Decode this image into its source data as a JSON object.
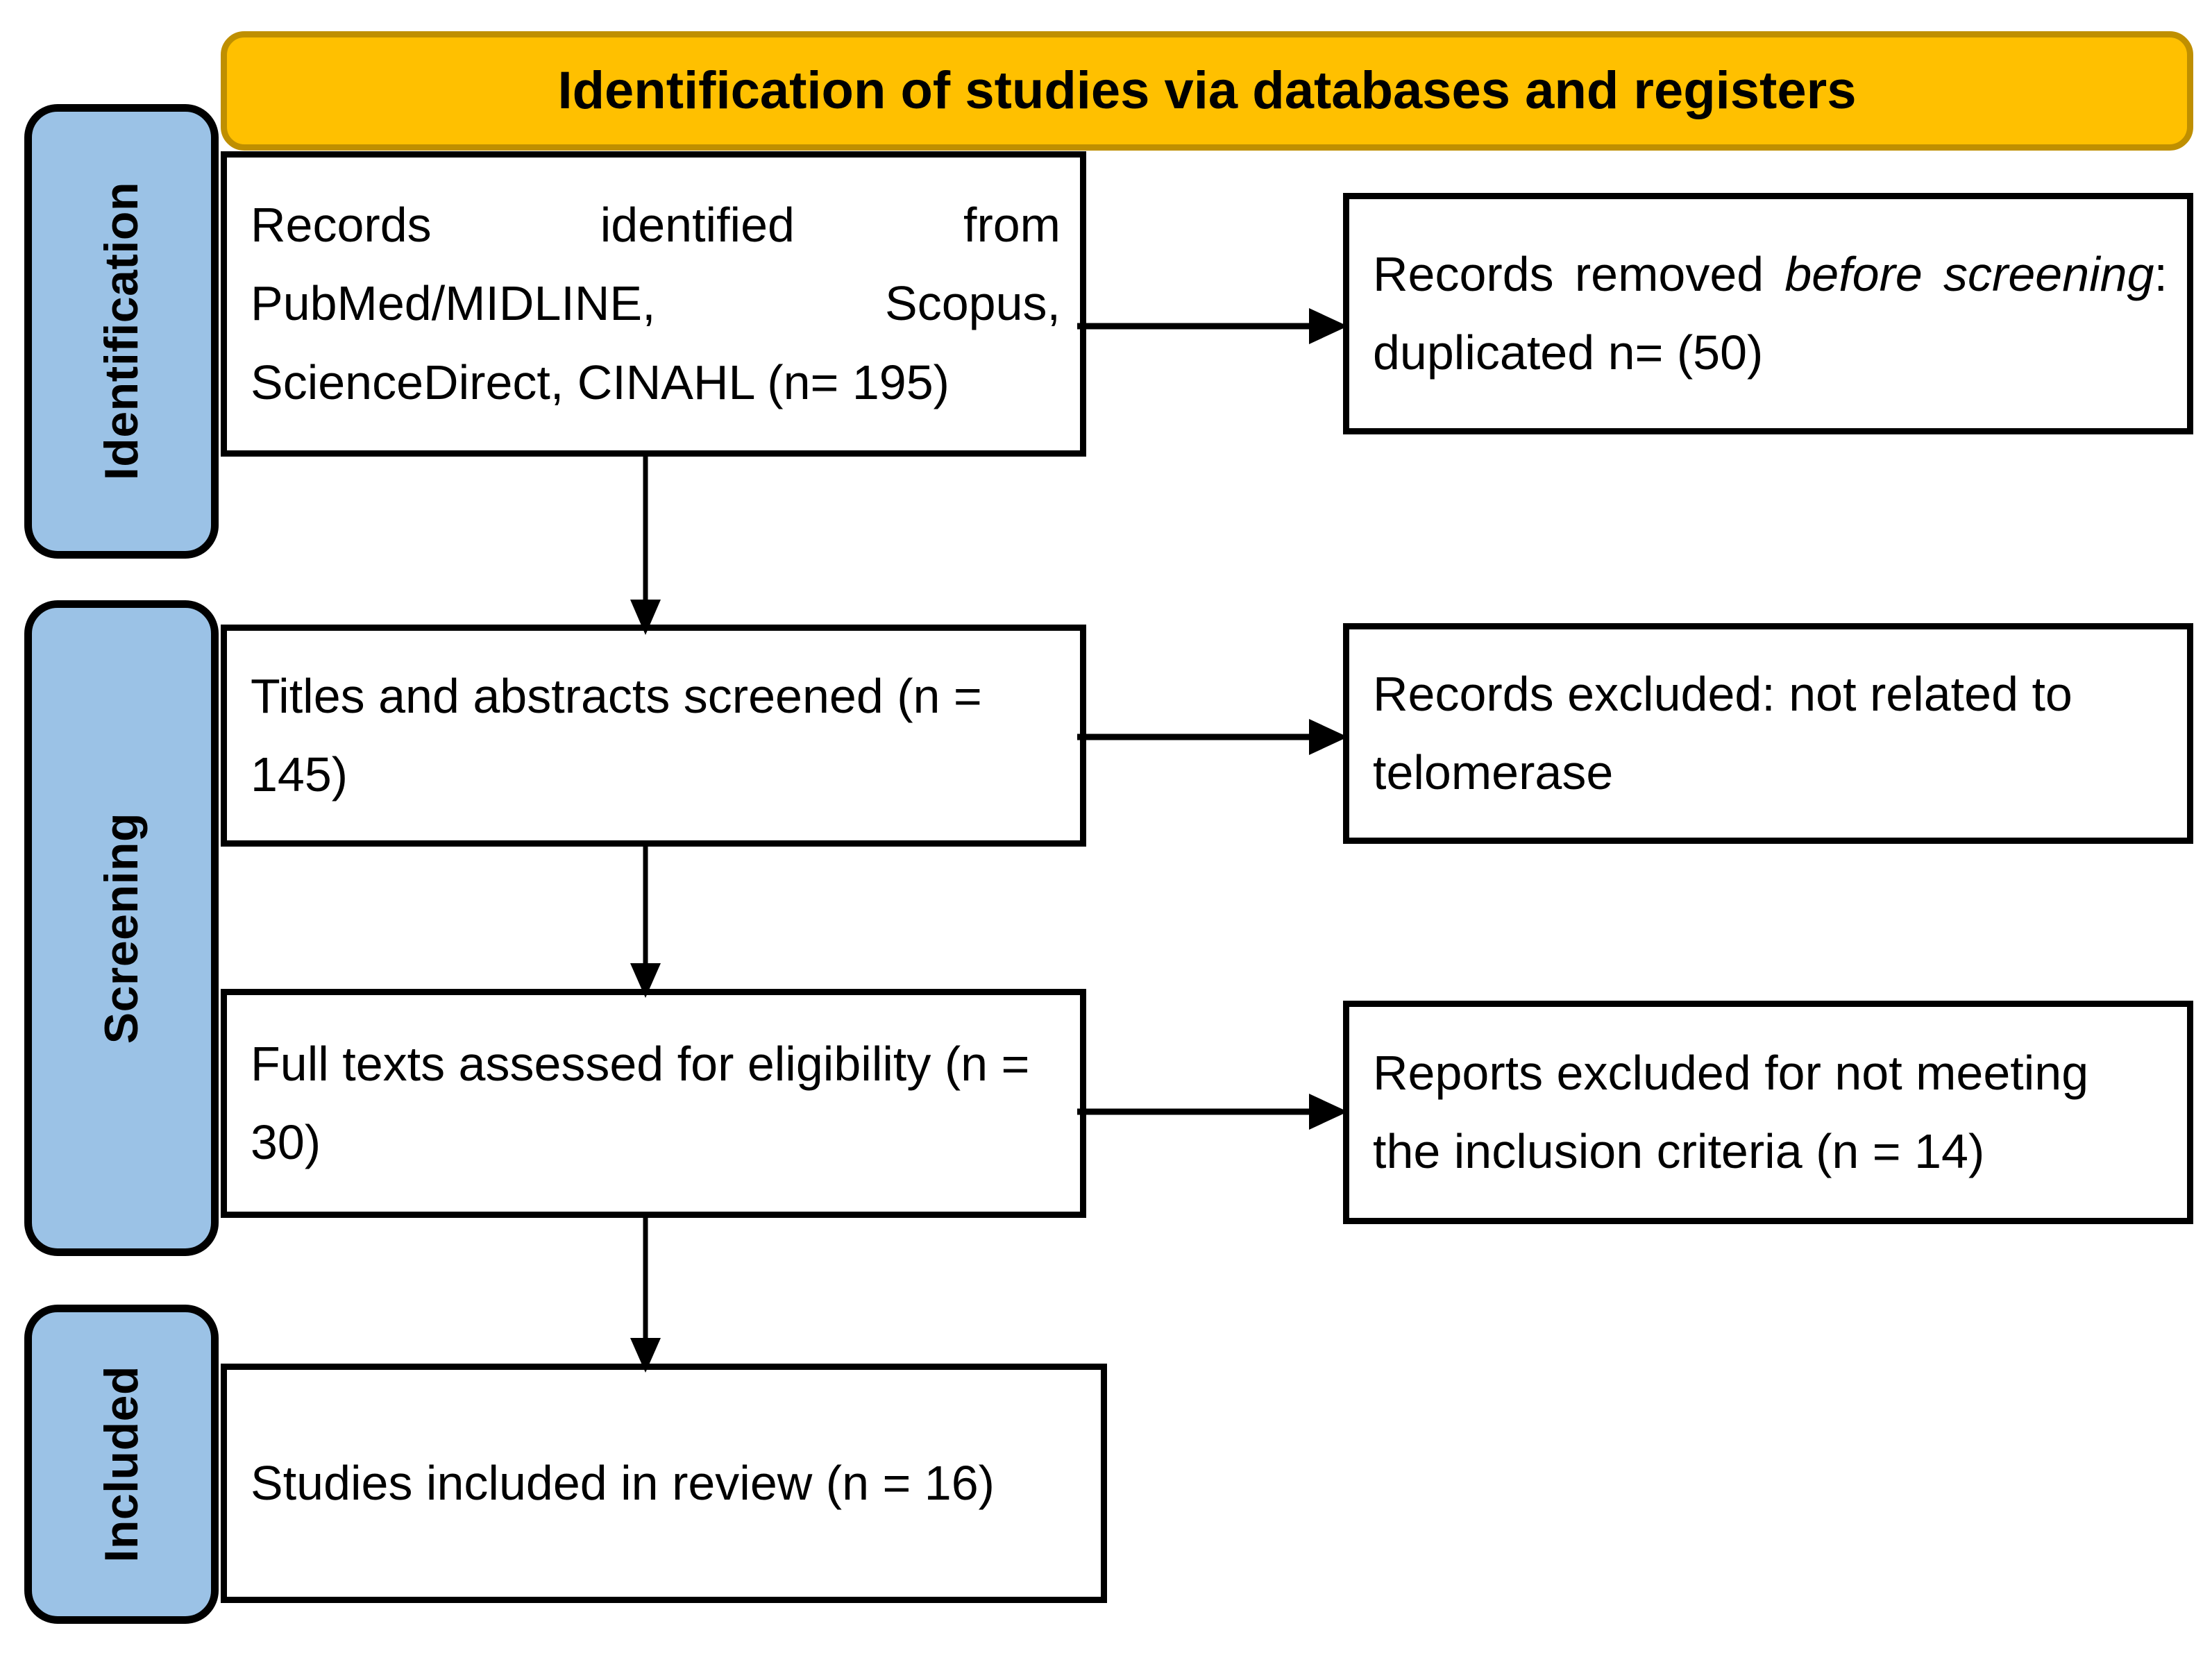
{
  "banner": {
    "title": "Identification of studies via databases and registers",
    "fill_color": "#FFC000",
    "border_color": "#BF8F00"
  },
  "phases": {
    "fill_color": "#9BC2E6",
    "border_color": "#000000",
    "items": [
      {
        "id": "identification",
        "label": "Identification"
      },
      {
        "id": "screening",
        "label": "Screening"
      },
      {
        "id": "included",
        "label": "Included"
      }
    ]
  },
  "flow": {
    "identified": {
      "text": "Records identified from PubMed/MIDLINE, Scopus, ScienceDirect, CINAHL (n= 195)",
      "n": 195
    },
    "removed": {
      "text_lead": "Records removed ",
      "text_italic": "before screening",
      "text_tail": ": duplicated n= (50)",
      "n": 50
    },
    "screened": {
      "text": "Titles and abstracts screened (n = 145)",
      "n": 145
    },
    "excluded": {
      "text": "Records excluded: not related to telomerase"
    },
    "fulltext": {
      "text": "Full texts assessed for eligibility (n = 30)",
      "n": 30
    },
    "reports_excluded": {
      "text": "Reports excluded for not meeting the inclusion criteria (n = 14)",
      "n": 14
    },
    "included": {
      "text": " Studies included in review (n = 16)",
      "n": 16
    }
  },
  "connectors": [
    {
      "id": "identified-to-screened",
      "from": "identified",
      "to": "screened",
      "direction": "down"
    },
    {
      "id": "identified-to-removed",
      "from": "identified",
      "to": "removed",
      "direction": "right"
    },
    {
      "id": "screened-to-fulltext",
      "from": "screened",
      "to": "fulltext",
      "direction": "down"
    },
    {
      "id": "screened-to-excluded",
      "from": "screened",
      "to": "excluded",
      "direction": "right"
    },
    {
      "id": "fulltext-to-included",
      "from": "fulltext",
      "to": "included",
      "direction": "down"
    },
    {
      "id": "fulltext-to-reports-excl",
      "from": "fulltext",
      "to": "reports_excluded",
      "direction": "right"
    }
  ]
}
